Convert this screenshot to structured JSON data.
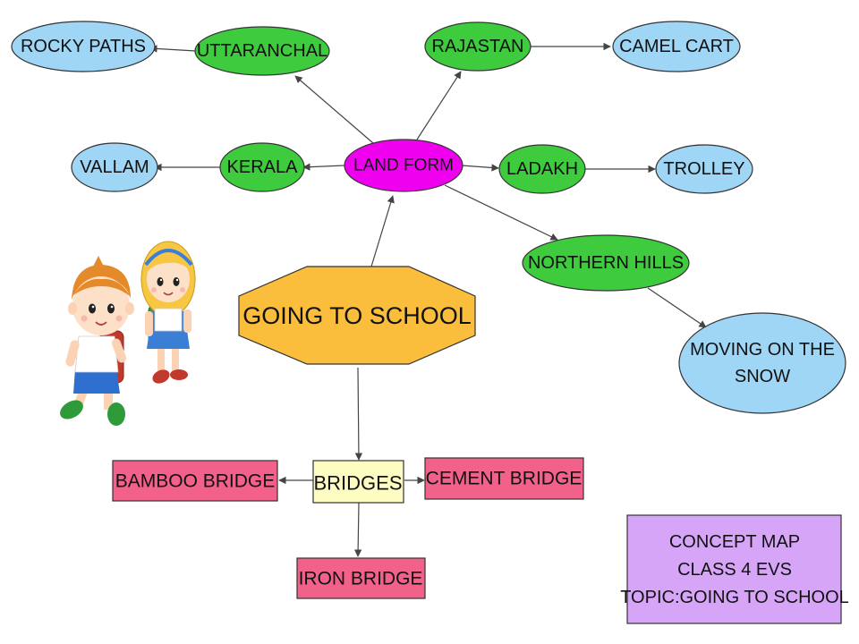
{
  "diagram": {
    "title": "CONCEPT MAP",
    "info_lines": [
      "CONCEPT MAP",
      "CLASS 4 EVS",
      "TOPIC:GOING TO SCHOOL"
    ],
    "center": "GOING TO SCHOOL",
    "land_form": "LAND FORM",
    "bridges": "BRIDGES",
    "states": {
      "uttaranchal": "UTTARANCHAL",
      "rajastan": "RAJASTAN",
      "kerala": "KERALA",
      "ladakh": "LADAKH",
      "northern_hills": "NORTHERN HILLS"
    },
    "modes": {
      "rocky_paths": "ROCKY PATHS",
      "camel_cart": "CAMEL CART",
      "vallam": "VALLAM",
      "trolley": "TROLLEY",
      "moving_snow_line1": "MOVING ON THE",
      "moving_snow_line2": "SNOW"
    },
    "bridge_types": {
      "bamboo": "BAMBOO BRIDGE",
      "cement": "CEMENT BRIDGE",
      "iron": "IRON BRIDGE"
    },
    "illustration": "children-walking-to-school"
  },
  "colors": {
    "blue_node": "#9fd5f5",
    "green_node": "#3ecb3e",
    "magenta_node": "#ef00ef",
    "orange_center": "#fbbd3c",
    "yellow_bridges": "#fdfdc2",
    "pink_bridge": "#f2618a",
    "purple_info": "#d7a5f8"
  }
}
